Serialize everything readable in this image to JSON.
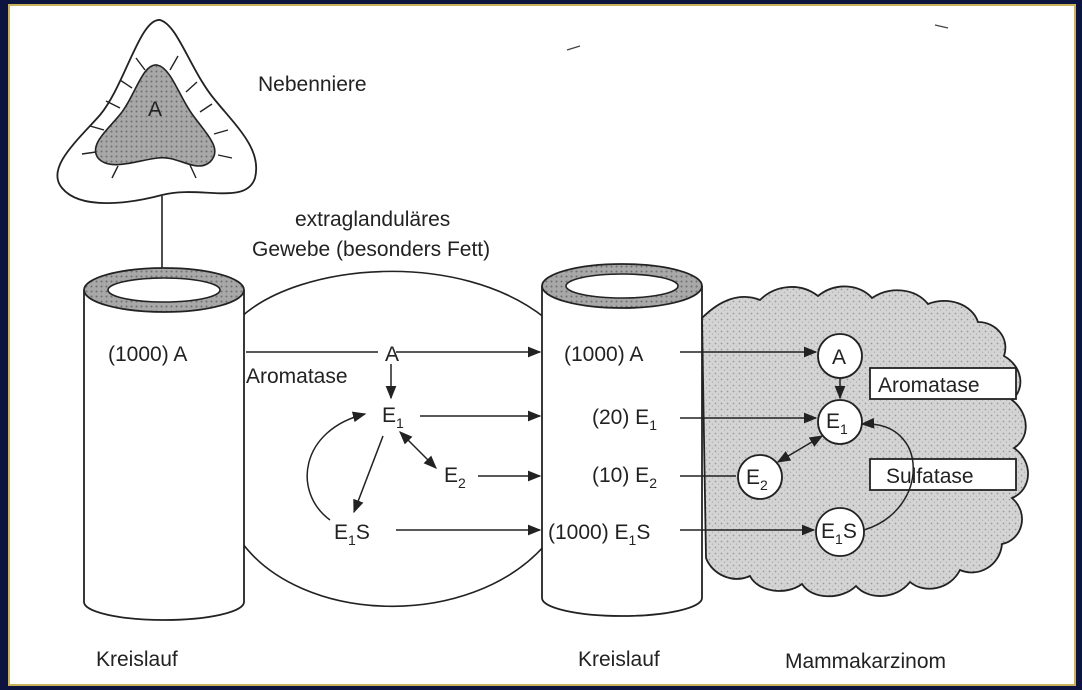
{
  "labels": {
    "adrenal": "Nebenniere",
    "adrenal_A": "A",
    "tissue_line1": "extraglanduläres",
    "tissue_line2": "Gewebe (besonders Fett)",
    "left_A": "(1000) A",
    "aromatase_left": "Aromatase",
    "mid_A": "A",
    "mid_E": "E",
    "mid_E_sub": "1",
    "mid_E2": "E",
    "mid_E2_sub": "2",
    "mid_E1S_E": "E",
    "mid_E1S_sub": "1",
    "mid_E1S_S": "S",
    "right_A": "(1000) A",
    "right_E1_pre": "(20) E",
    "right_E1_sub": "1",
    "right_E2_pre": "(10) E",
    "right_E2_sub": "2",
    "right_E1S_pre": "(1000) E",
    "right_E1S_sub": "1",
    "right_E1S_S": "S",
    "tumor_A": "A",
    "tumor_E1": "E",
    "tumor_E1_sub": "1",
    "tumor_E2": "E",
    "tumor_E2_sub": "2",
    "tumor_E1S": "E",
    "tumor_E1S_sub": "1",
    "tumor_E1S_S": "S",
    "aromatase_box": "Aromatase",
    "sulfatase_box": "Sulfatase",
    "kreislauf_left": "Kreislauf",
    "kreislauf_right": "Kreislauf",
    "mammakarzinom": "Mammakarzinom"
  },
  "colors": {
    "background": "#0d1440",
    "border": "#c9b25a",
    "ink": "#222222",
    "stipple": "#d2d2d2"
  }
}
